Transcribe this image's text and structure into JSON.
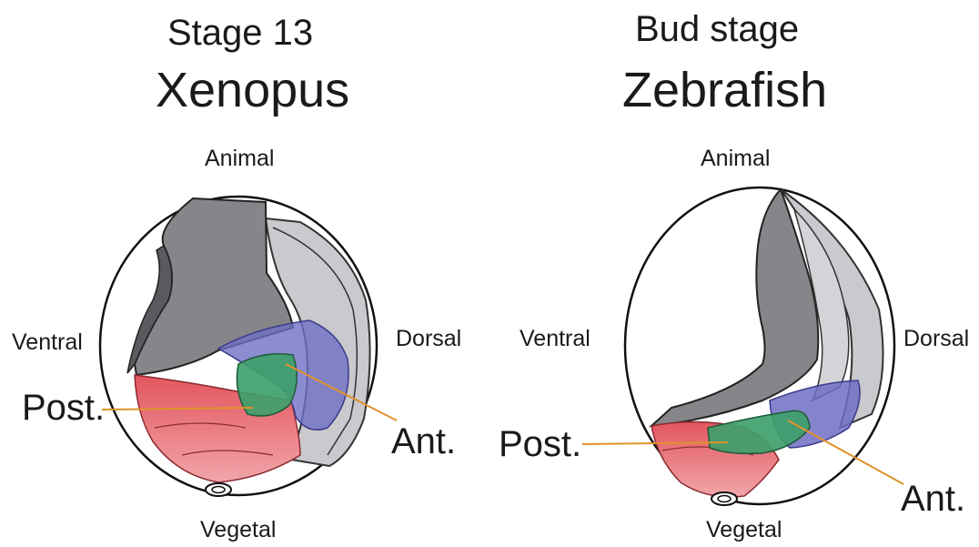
{
  "figure": {
    "panels": [
      {
        "stage": "Stage 13",
        "species": "Xenopus",
        "axes": {
          "top": "Animal",
          "left": "Ventral",
          "right": "Dorsal",
          "bottom": "Vegetal"
        },
        "labels": {
          "posterior": "Post.",
          "anterior": "Ant."
        }
      },
      {
        "stage": "Bud stage",
        "species": "Zebrafish",
        "axes": {
          "top": "Animal",
          "left": "Ventral",
          "right": "Dorsal",
          "bottom": "Vegetal"
        },
        "labels": {
          "posterior": "Post.",
          "anterior": "Ant."
        }
      }
    ]
  },
  "colors": {
    "posterior_region": "#e0505a",
    "anterior_region": "#6f6fc4",
    "overlap_region": "#3fa06a",
    "dark_tissue": "#858589",
    "light_tissue": "#c7c7cc",
    "leader_line": "#e0922a",
    "outline": "#111111"
  }
}
